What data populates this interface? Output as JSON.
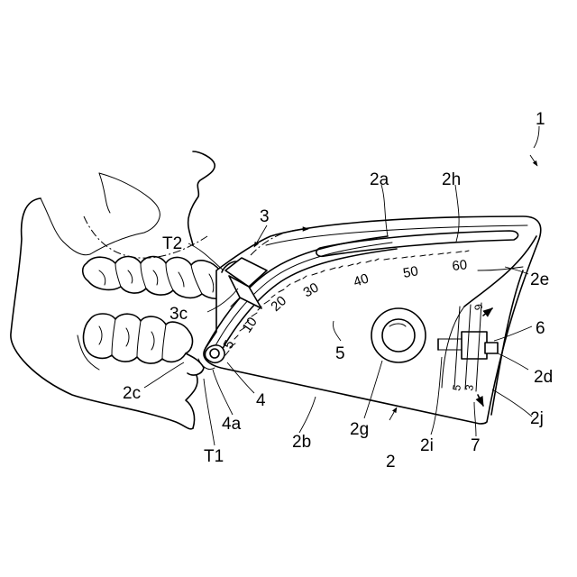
{
  "labels": {
    "fig_no": "1",
    "ref_2a": "2a",
    "ref_2h": "2h",
    "ref_3": "3",
    "ref_T2": "T2",
    "ref_2e": "2e",
    "ref_3c": "3c",
    "ref_6": "6",
    "ref_5": "5",
    "ref_2d": "2d",
    "ref_2c": "2c",
    "ref_4": "4",
    "ref_2j": "2j",
    "ref_4a": "4a",
    "ref_2g": "2g",
    "ref_2b": "2b",
    "ref_2i": "2i",
    "ref_7": "7",
    "ref_T1": "T1",
    "ref_2": "2"
  },
  "scale": {
    "main_numbers": [
      "5",
      "10",
      "20",
      "30",
      "40",
      "50",
      "60"
    ],
    "sub_numbers": [
      "6",
      "5",
      "3"
    ]
  }
}
